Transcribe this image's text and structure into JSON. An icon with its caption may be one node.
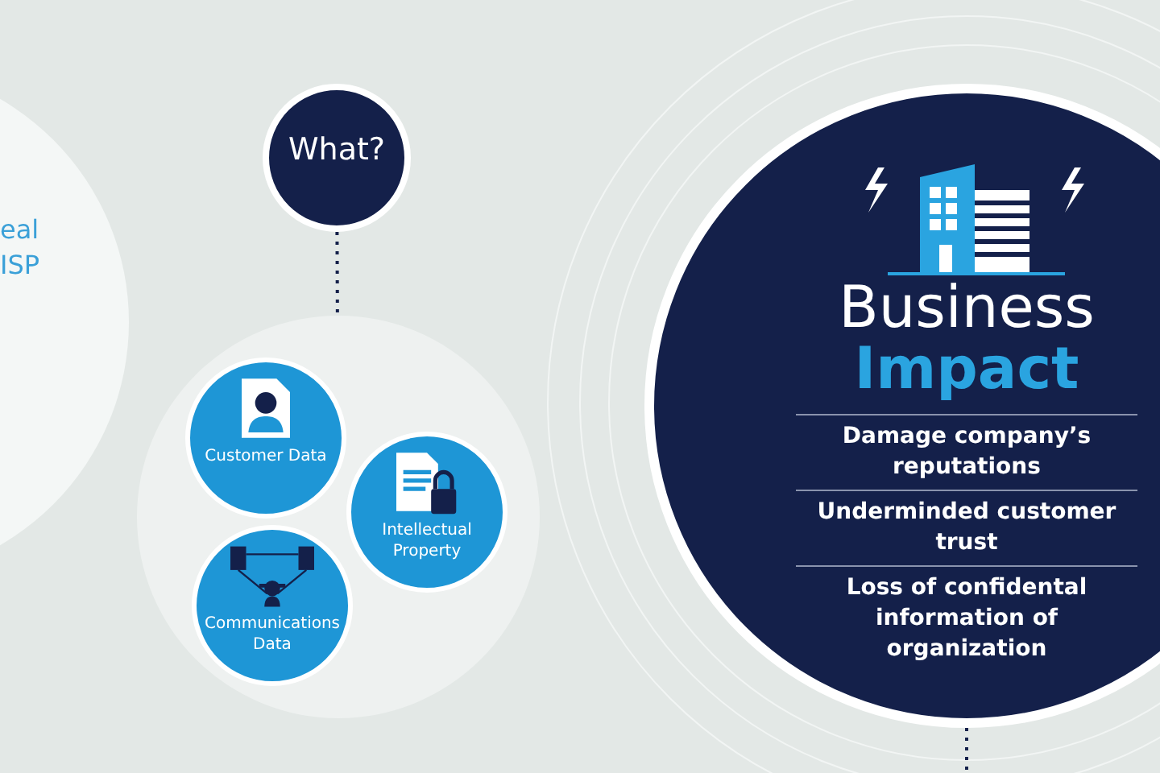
{
  "diagram": {
    "nodes": [
      {
        "text": [
          "eal ISP"
        ]
      },
      {
        "text": [
          "What?"
        ]
      },
      {
        "text": [],
        "shape": "circle"
      },
      {
        "text": [
          "Customer Data"
        ],
        "in": 2
      },
      {
        "text": [
          "Intellectual Property"
        ],
        "in": 2
      },
      {
        "text": [
          "Communications Data"
        ],
        "in": 2
      },
      {
        "text": [
          "Business Impact",
          "Damage company’s reputations",
          "Underminded customer trust",
          "Loss of confidental information of organization"
        ]
      }
    ],
    "edges": [
      {
        "from": 1,
        "to": 2,
        "arrow": "none",
        "style": "dashed"
      },
      {
        "from": 6,
        "to": null,
        "arrow": "none",
        "style": "dashed"
      }
    ]
  }
}
